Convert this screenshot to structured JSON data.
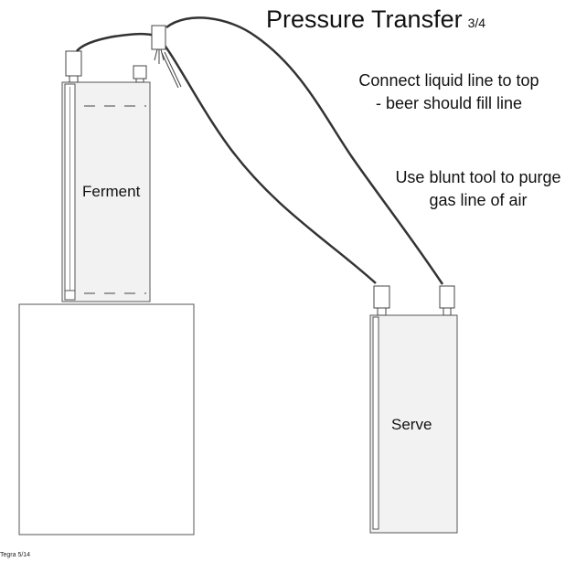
{
  "title": {
    "main": "Pressure Transfer",
    "step": "3/4"
  },
  "notes": [
    {
      "line1": "Connect liquid line to top",
      "line2": "- beer should fill line"
    },
    {
      "line1": "Use blunt tool to purge",
      "line2": "gas line of air"
    }
  ],
  "labels": {
    "ferment": "Ferment",
    "serve": "Serve"
  },
  "credit": "Tegra 5/14",
  "colors": {
    "line": "#333333",
    "outline": "#555555",
    "vessel_fill": "#f2f2f2"
  }
}
